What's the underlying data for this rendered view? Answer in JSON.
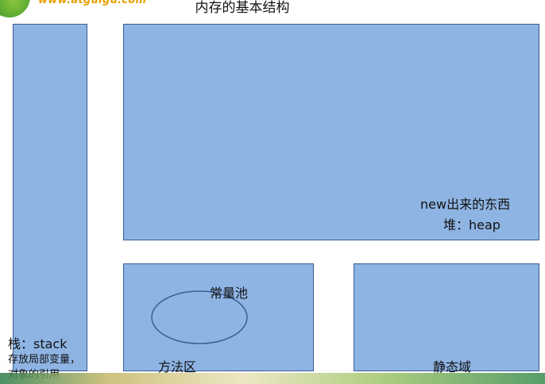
{
  "logo": {
    "text": "www.atguigu.com"
  },
  "title": "内存的基本结构",
  "regions": {
    "stack": {
      "label": "栈：stack",
      "desc_line1": "存放局部变量，",
      "desc_line2": "对象的引用"
    },
    "heap": {
      "note": "new出来的东西",
      "label": "堆：heap"
    },
    "method_area": {
      "label": "方法区",
      "constant_pool": "常量池"
    },
    "static_area": {
      "label": "静态域"
    }
  },
  "colors": {
    "box_fill": "#8eb4e3",
    "box_border": "#3a5e91",
    "ellipse_stroke": "#3a5e91"
  }
}
